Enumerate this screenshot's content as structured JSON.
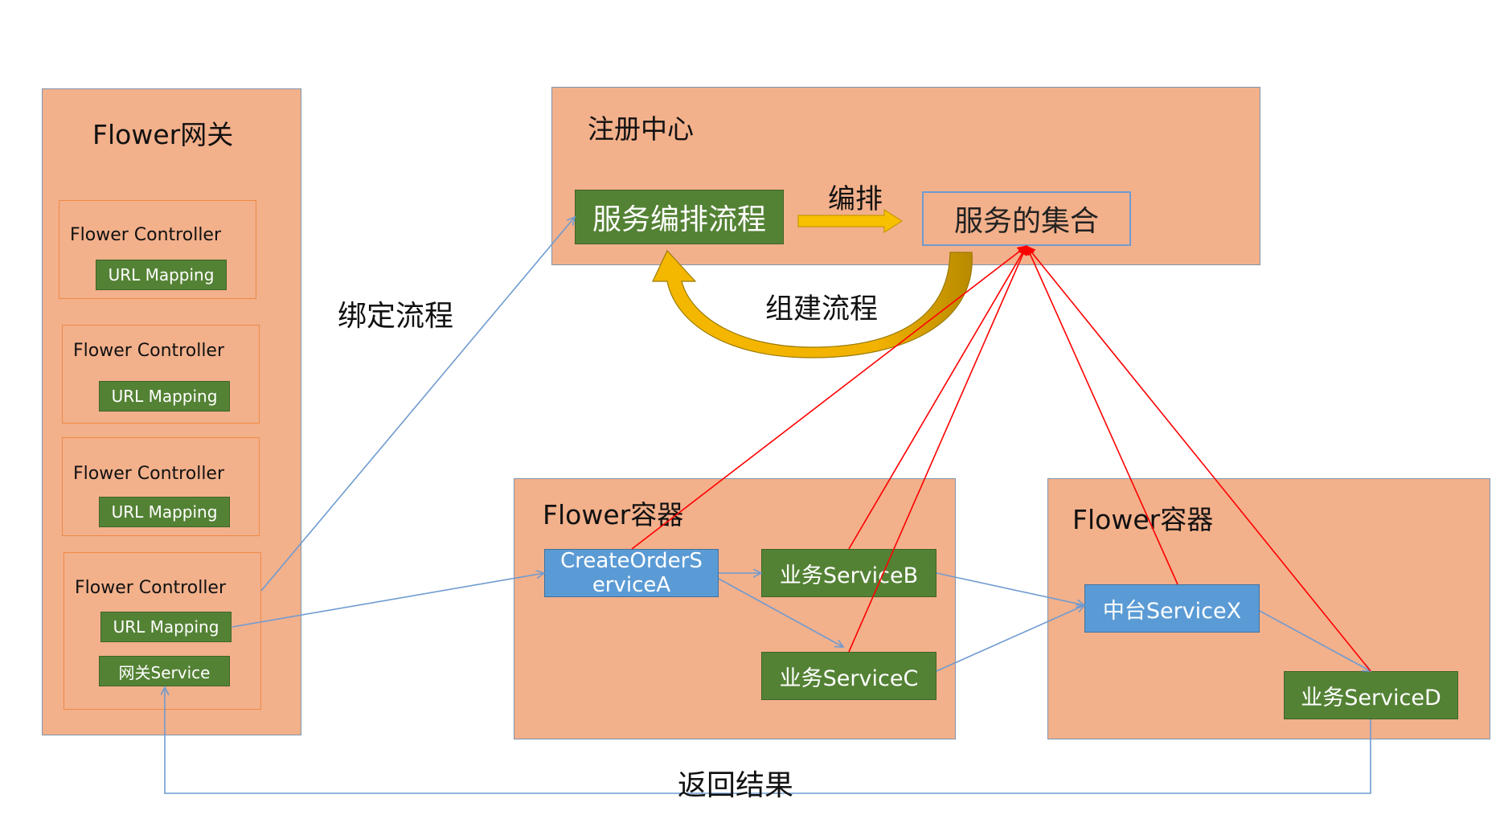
{
  "gateway": {
    "title": "Flower网关",
    "controllers": [
      {
        "title": "Flower Controller",
        "mapping": "URL Mapping"
      },
      {
        "title": "Flower Controller",
        "mapping": "URL Mapping"
      },
      {
        "title": "Flower Controller",
        "mapping": "URL Mapping"
      },
      {
        "title": "Flower Controller",
        "mapping": "URL Mapping",
        "service": "网关Service"
      }
    ]
  },
  "registry": {
    "title": "注册中心",
    "orchestration": "服务编排流程",
    "service_set": "服务的集合",
    "arrange_label": "编排",
    "build_label": "组建流程"
  },
  "bind_label": "绑定流程",
  "container1": {
    "title": "Flower容器",
    "service_a": "CreateOrderServiceA",
    "service_b": "业务ServiceB",
    "service_c": "业务ServiceC"
  },
  "container2": {
    "title": "Flower容器",
    "service_x": "中台ServiceX",
    "service_d": "业务ServiceD"
  },
  "return_label": "返回结果",
  "colors": {
    "panel": "#f2b08b",
    "green": "#548235",
    "blue": "#5b9bd5",
    "red_link": "#ff0000",
    "blue_link": "#6f9bd0",
    "arrow_yellow": "#f5b800"
  }
}
